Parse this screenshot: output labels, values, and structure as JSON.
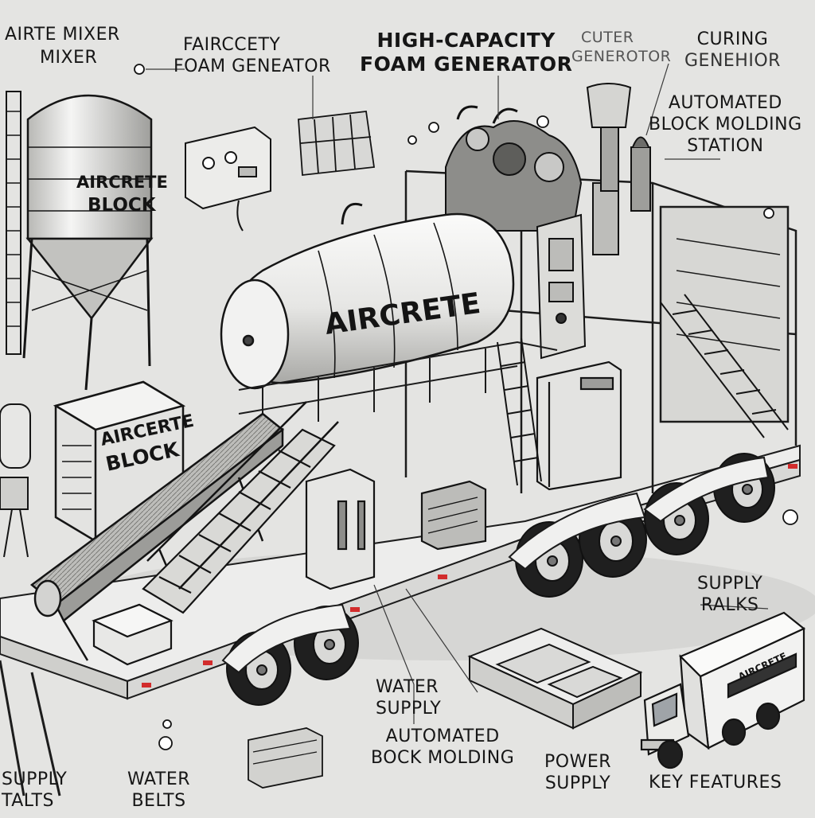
{
  "labels": {
    "airte_mixer_1": "AIRTE MIXER",
    "airte_mixer_2": "MIXER",
    "faircety": "FAIRCCETY",
    "foam_generator_left": "FOAM GENEATOR",
    "high_capacity_1": "HIGH-CAPACITY",
    "high_capacity_2": "FOAM GENERATOR",
    "cuter": "CUTER",
    "genetor": "GENEROTOR",
    "curing_1": "CURING",
    "curing_2": "GENEHIOR",
    "automated_station_1": "AUTOMATED",
    "automated_station_2": "BLOCK MOLDING",
    "automated_station_3": "STATION",
    "supply_ralks_1": "SUPPLY",
    "supply_ralks_2": "RALKS",
    "water_supply_1": "WATER",
    "water_supply_2": "SUPPLY",
    "automated_bock_1": "AUTOMATED",
    "automated_bock_2": "BOCK MOLDING",
    "power_supply_1": "POWER",
    "power_supply_2": "SUPPLY",
    "supply_talts_1": "SUPPLY",
    "supply_talts_2": "TALTS",
    "water_belts_1": "WATER",
    "water_belts_2": "BELTS",
    "key_features": "KEY FEATURES"
  },
  "drawing_text": {
    "silo_1": "AIRCRETE",
    "silo_2": "BLOCK",
    "tank": "AIRCRETE",
    "box_1": "AIRCERTE",
    "box_2": "BLOCK",
    "truck_logo": "AIRCRETE"
  },
  "colors": {
    "background": "#e4e4e2",
    "ink": "#161616",
    "accent": "#d22c2c"
  }
}
